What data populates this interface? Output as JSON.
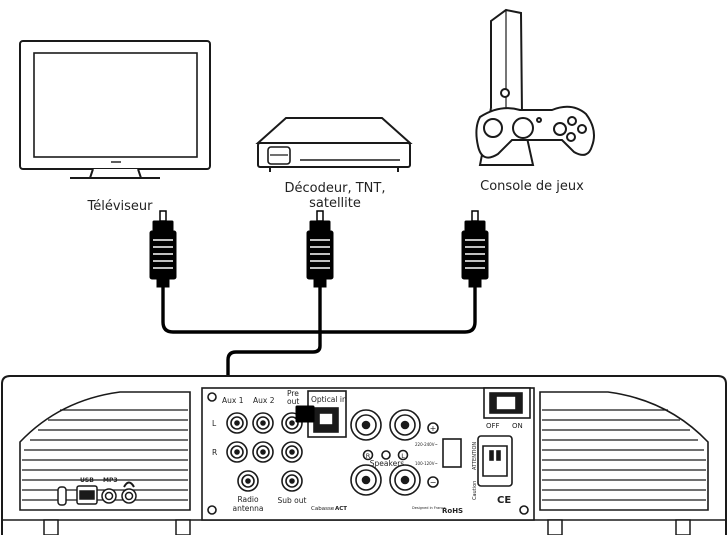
{
  "devices": {
    "tv_label": "Téléviseur",
    "decoder_label_line1": "Décodeur, TNT,",
    "decoder_label_line2": "satellite",
    "console_label": "Console de jeux"
  },
  "amp_panel": {
    "usb": "USB",
    "mp3": "MP3",
    "aux1": "Aux 1",
    "aux2": "Aux 2",
    "pre": "Pre",
    "out": "out",
    "optical_in": "Optical in",
    "left": "L",
    "right": "R",
    "radio": "Radio",
    "antenna": "antenna",
    "sub_out": "Sub out",
    "speakers": "Speakers",
    "spk_r": "R",
    "spk_l": "L",
    "plus": "+",
    "minus": "−",
    "off": "OFF",
    "on": "ON",
    "ce": "CE",
    "rohs": "RoHS",
    "caution": "Caution",
    "attention": "ATTENTION",
    "brand": "Cabasse",
    "model": "ACT",
    "designed": "Designed in France",
    "volt1": "220-240V~",
    "volt2": "100-120V~"
  },
  "colors": {
    "line": "#1a1a1a",
    "cable": "#000000",
    "fill": "#ffffff",
    "grey": "#d9d9d9"
  }
}
